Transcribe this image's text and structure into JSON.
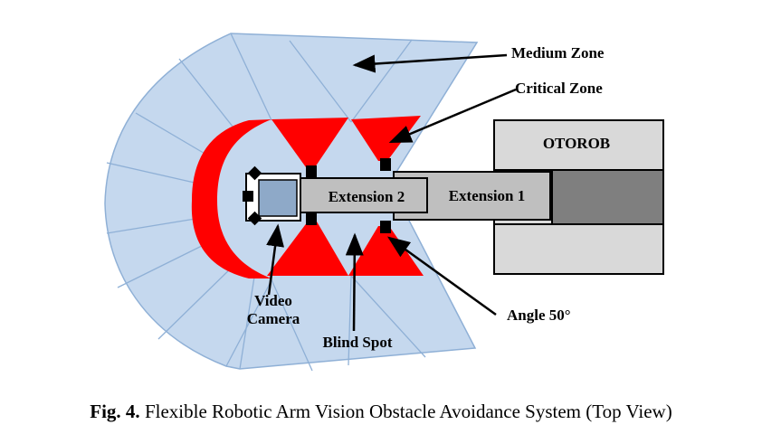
{
  "labels": {
    "medium_zone": "Medium Zone",
    "critical_zone": "Critical Zone",
    "otorob": "OTOROB",
    "extension_1": "Extension 1",
    "extension_2": "Extension 2",
    "video_camera_line1": "Video",
    "video_camera_line2": "Camera",
    "blind_spot": "Blind Spot",
    "angle": "Angle 50°"
  },
  "caption": {
    "prefix": "Fig. 4.",
    "text": " Flexible Robotic Arm Vision Obstacle Avoidance System (Top View)"
  },
  "colors": {
    "medium_zone_fill": "#c5d8ee",
    "medium_zone_line": "#8fb0d6",
    "critical_zone_fill": "#ff0000",
    "otorob_fill": "#d9d9d9",
    "otorob_dark": "#7f7f7f",
    "extension_fill": "#bfbfbf",
    "camera_fill": "#8ea9c8"
  }
}
